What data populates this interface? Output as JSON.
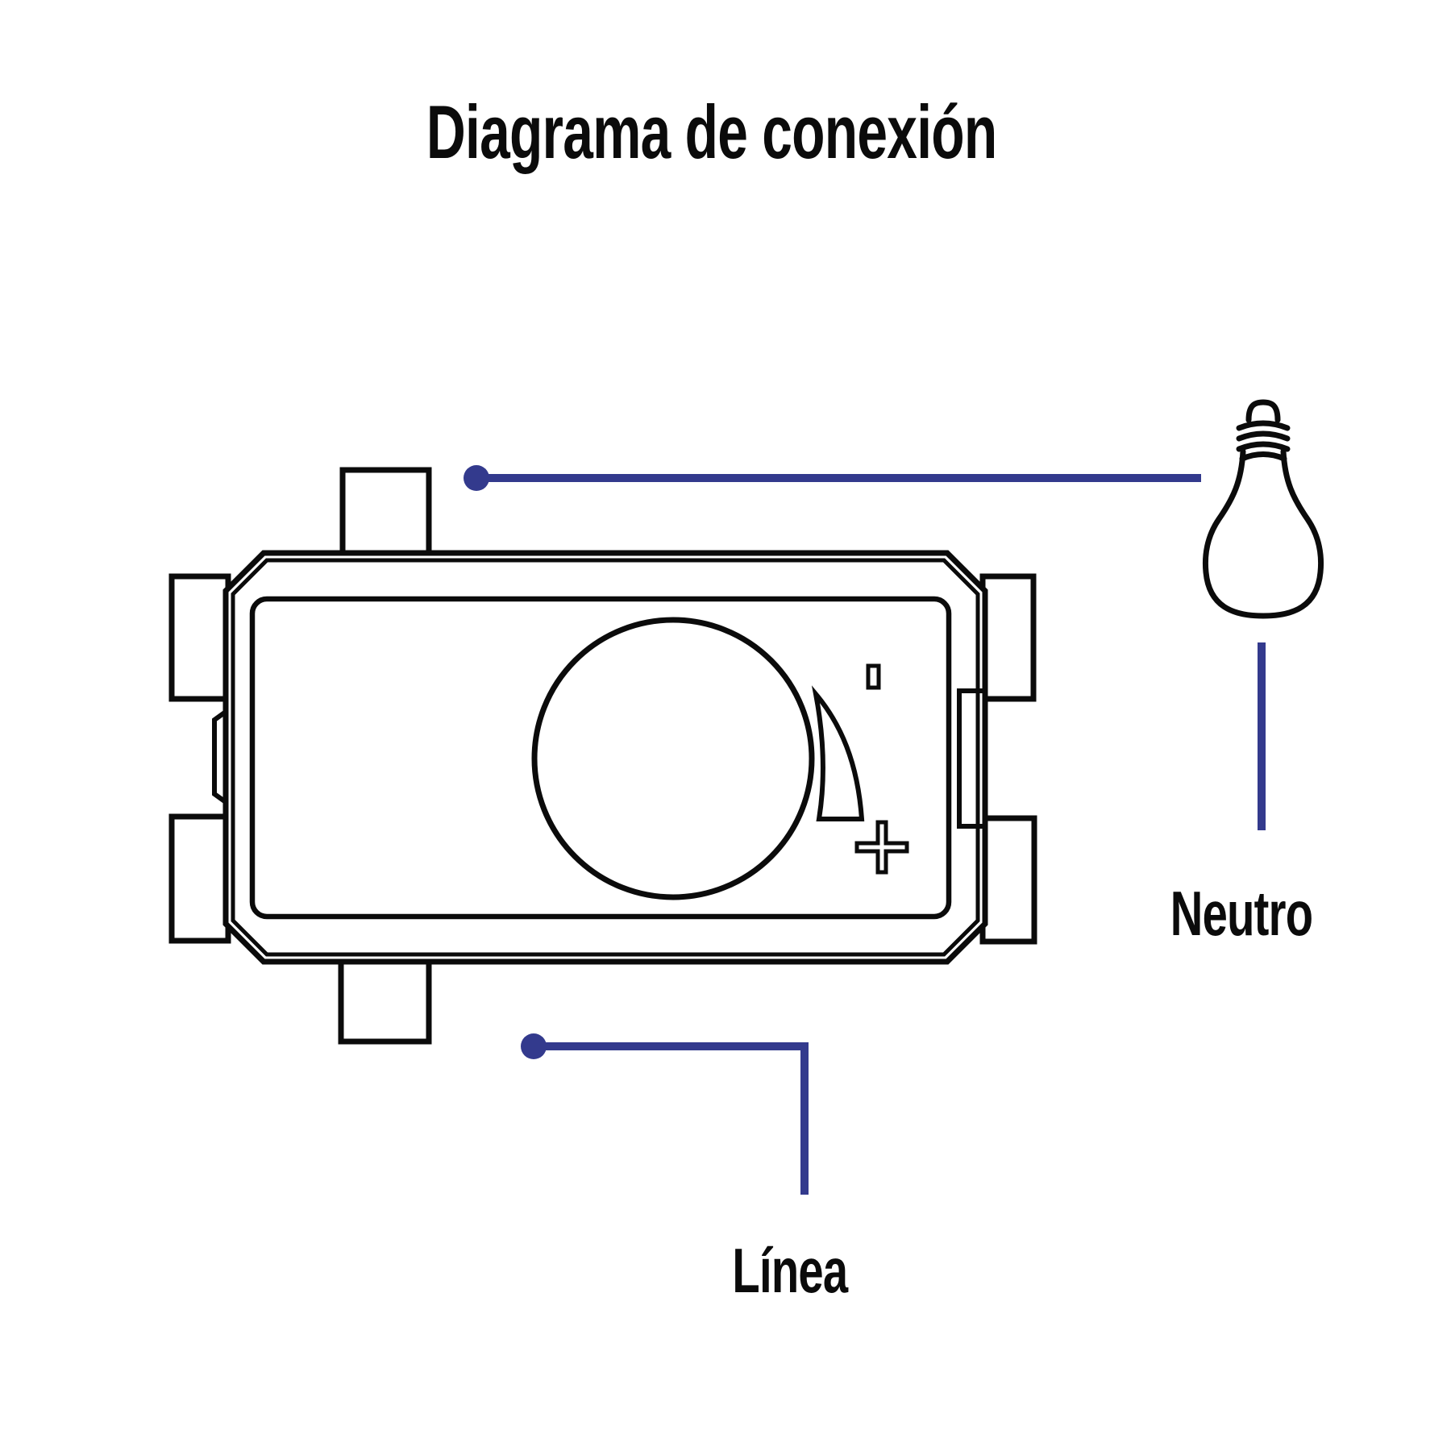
{
  "title": "Diagrama de conexión",
  "labels": {
    "neutral": "Neutro",
    "line": "Línea"
  },
  "colors": {
    "wire": "#333a8d",
    "outline": "#0b0b0b",
    "background": "#ffffff"
  },
  "icons": [
    "light-bulb-icon",
    "dimmer-knob-icon",
    "intensity-wedge-icon",
    "min-bar-icon",
    "plus-icon",
    "junction-dot-icon"
  ]
}
